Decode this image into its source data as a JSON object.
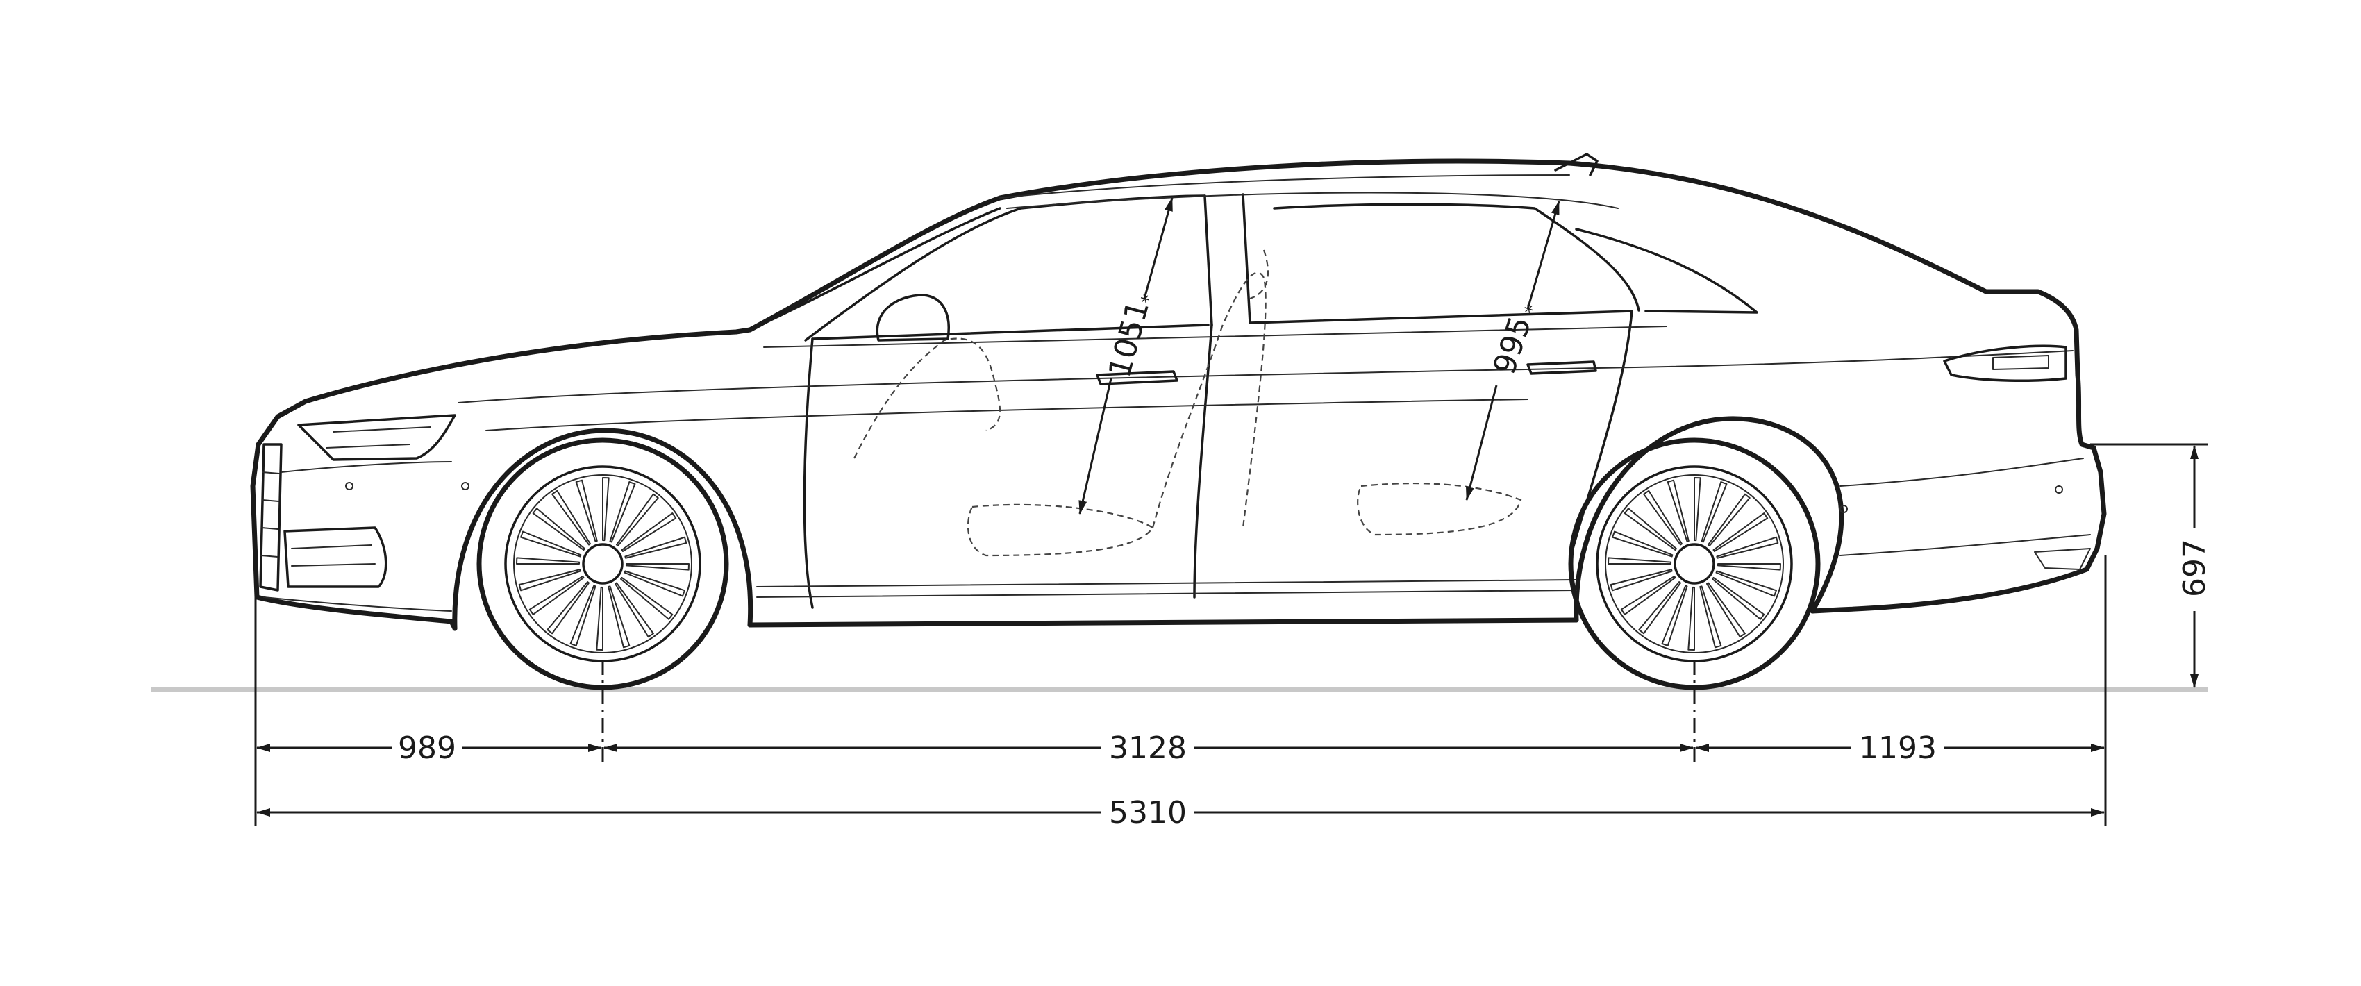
{
  "diagram": {
    "dimensions": {
      "front_overhang": "989",
      "wheelbase": "3128",
      "rear_overhang": "1193",
      "overall_length": "5310",
      "rear_height": "697",
      "front_headroom": "1051",
      "rear_headroom": "995",
      "asterisk": "*"
    }
  }
}
